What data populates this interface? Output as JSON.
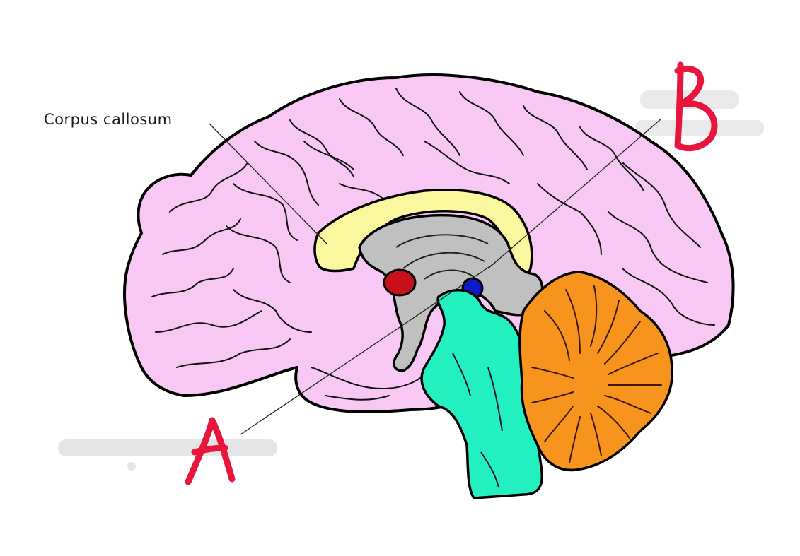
{
  "labels": {
    "corpus_callosum": "Corpus callosum",
    "marker_a": "A",
    "marker_b": "B"
  },
  "colors": {
    "cerebrum": "#f8c8f4",
    "corpus_callosum": "#fbf79e",
    "diencephalon": "#c0c0c0",
    "pineal": "#c8101a",
    "pituitary_body": "#0a1ac8",
    "brainstem": "#22f0c0",
    "cerebellum": "#f7941d",
    "marker": "#e8163c",
    "outline": "#000000"
  }
}
